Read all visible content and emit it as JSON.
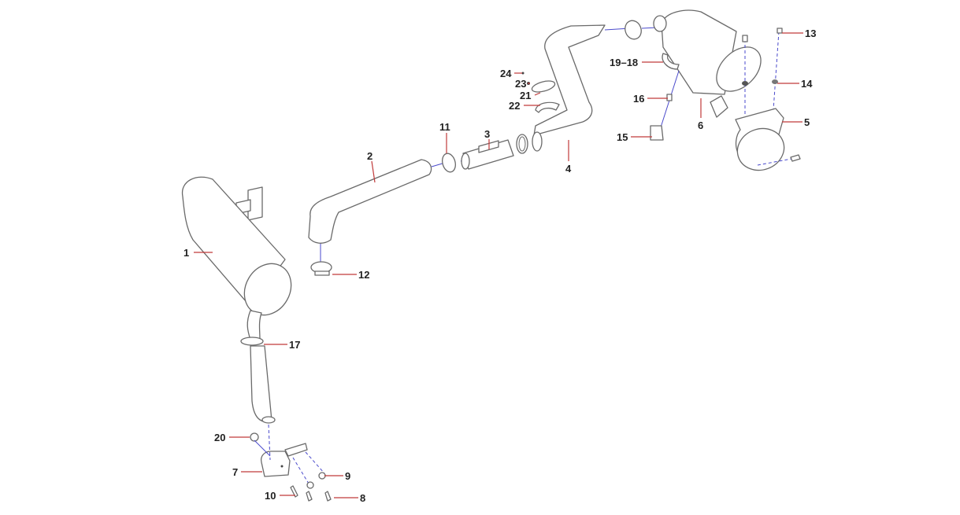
{
  "diagram": {
    "type": "exploded parts diagram",
    "colors": {
      "leader": "#c03a3a",
      "axis": "#4a4acc",
      "outline": "#6a6a6a"
    },
    "callouts": {
      "c1": "1",
      "c2": "2",
      "c3": "3",
      "c4": "4",
      "c5": "5",
      "c6": "6",
      "c7": "7",
      "c8": "8",
      "c9": "9",
      "c10": "10",
      "c11": "11",
      "c12": "12",
      "c13": "13",
      "c14": "14",
      "c15": "15",
      "c16": "16",
      "c17": "17",
      "c1918": "19–18",
      "c20": "20",
      "c21": "21",
      "c22": "22",
      "c23": "23",
      "c24": "24"
    }
  }
}
